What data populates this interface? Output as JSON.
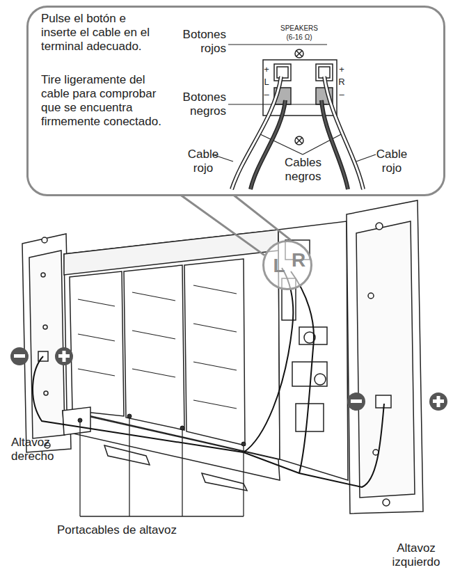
{
  "diagram": {
    "nodes": [
      {
        "text": [
          "Pulse el botón e inserte el cable en el terminal adecuado.",
          "Tire ligeramente del cable para comprobar que se encuentra firmemente conectado."
        ]
      },
      {
        "text": [
          "L",
          "R"
        ]
      }
    ],
    "edges": [
      {
        "from": 0,
        "to": 1,
        "arrow": "none"
      }
    ],
    "labels": [
      "SPEAKERS",
      "(6-16 Ω)",
      "Botones rojos",
      "Botones negros",
      "+",
      "L",
      "–",
      "+",
      "R",
      "–",
      "Cable rojo",
      "Cables negros",
      "Cable rojo",
      "Altavoz derecho",
      "Portacables de altavoz",
      "Altavoz izquierdo"
    ]
  }
}
